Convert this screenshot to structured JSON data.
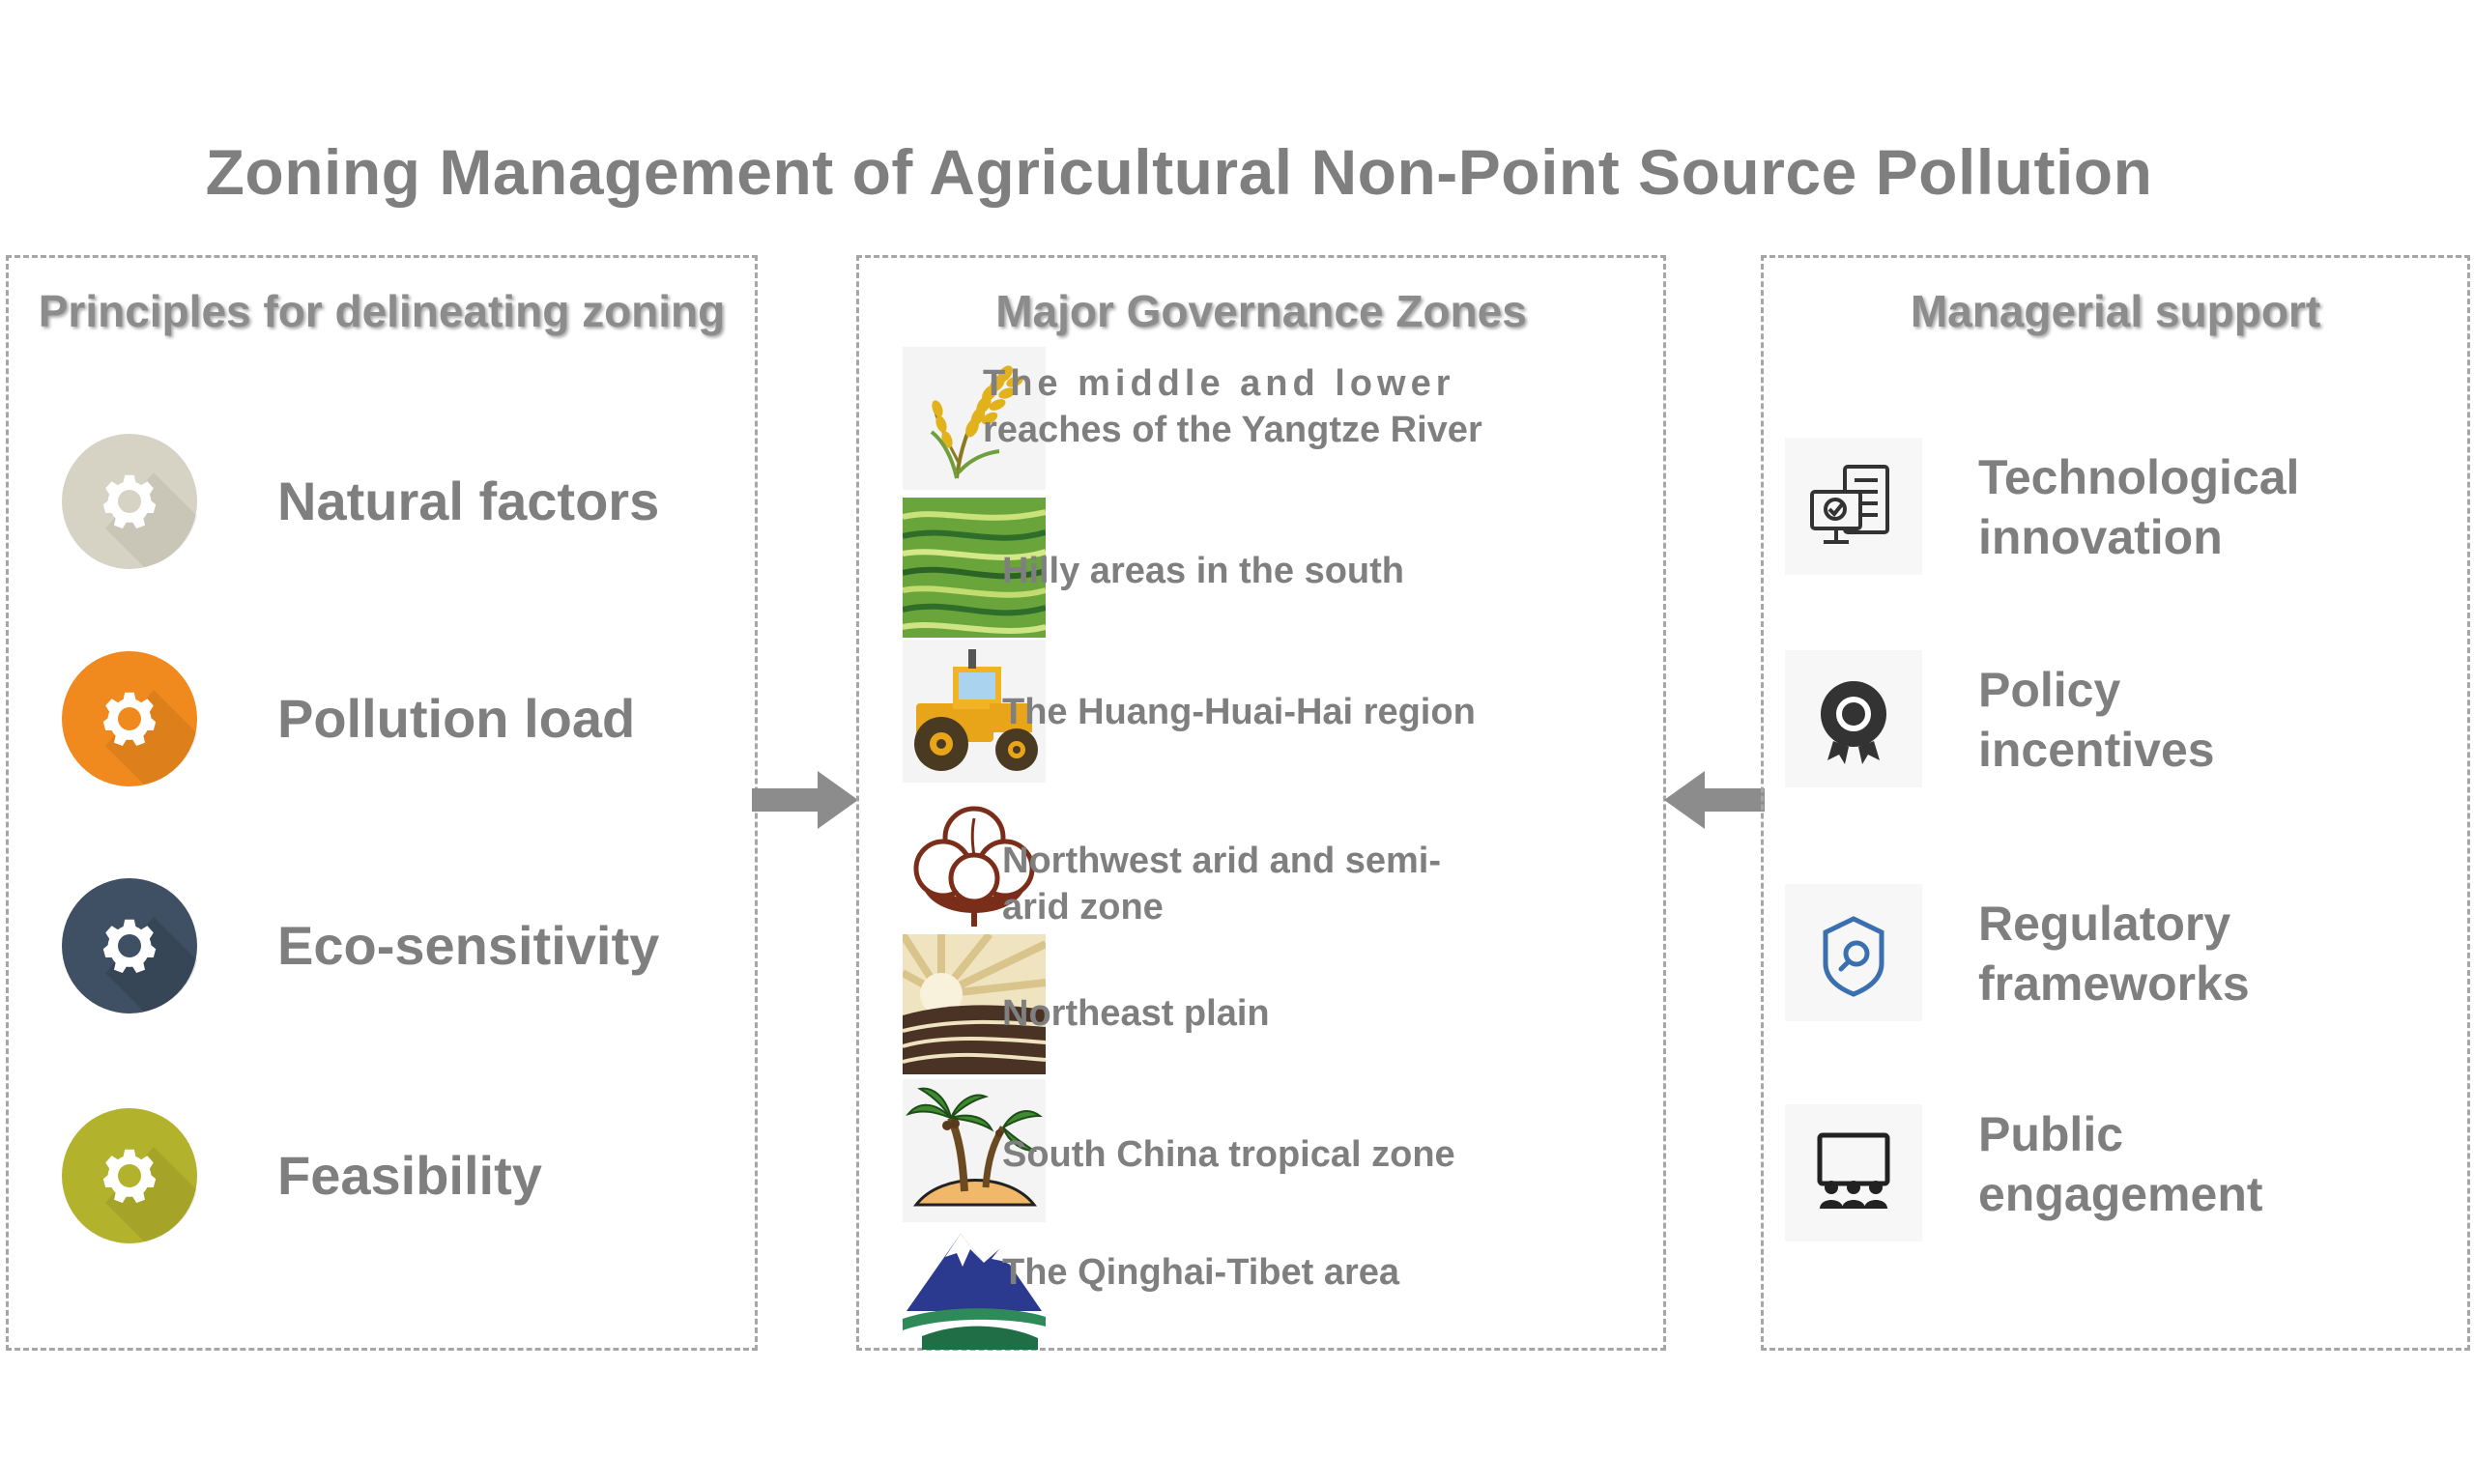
{
  "title": "Zoning Management of Agricultural Non-Point Source Pollution",
  "panels": {
    "principles": {
      "heading": "Principles for delineating zoning",
      "items": [
        {
          "label": "Natural factors",
          "icon": "gear-icon",
          "color": "#d6d3c4"
        },
        {
          "label": "Pollution load",
          "icon": "gear-icon",
          "color": "#f08a1e"
        },
        {
          "label": "Eco-sensitivity",
          "icon": "gear-icon",
          "color": "#3f5064"
        },
        {
          "label": "Feasibility",
          "icon": "gear-icon",
          "color": "#b3b22c"
        }
      ]
    },
    "zones": {
      "heading": "Major Governance Zones",
      "items": [
        {
          "label_line1": "The middle and lower",
          "label_line2": "reaches of the Yangtze River",
          "icon": "rice-icon"
        },
        {
          "label": "Hilly areas in the south",
          "icon": "terraced-hills-icon"
        },
        {
          "label": "The Huang-Huai-Hai region",
          "icon": "tractor-icon"
        },
        {
          "label_line1": "Northwest arid and semi-",
          "label_line2": "arid zone",
          "icon": "cotton-icon"
        },
        {
          "label": "Northeast plain",
          "icon": "sunrise-fields-icon"
        },
        {
          "label": "South China tropical zone",
          "icon": "palm-island-icon"
        },
        {
          "label": "The Qinghai-Tibet area",
          "icon": "mountain-icon"
        }
      ]
    },
    "support": {
      "heading": "Managerial support",
      "items": [
        {
          "label_line1": "Technological",
          "label_line2": "innovation",
          "icon": "computer-checklist-icon"
        },
        {
          "label_line1": "Policy",
          "label_line2": "incentives",
          "icon": "award-badge-icon"
        },
        {
          "label_line1": "Regulatory",
          "label_line2": "frameworks",
          "icon": "shield-search-icon"
        },
        {
          "label_line1": "Public",
          "label_line2": "engagement",
          "icon": "audience-screen-icon"
        }
      ]
    }
  },
  "colors": {
    "text": "#7f7f7f",
    "border": "#a6a6a6",
    "arrow": "#8c8c8c",
    "icon_dark": "#333333",
    "icon_blue": "#3a6fb0"
  }
}
